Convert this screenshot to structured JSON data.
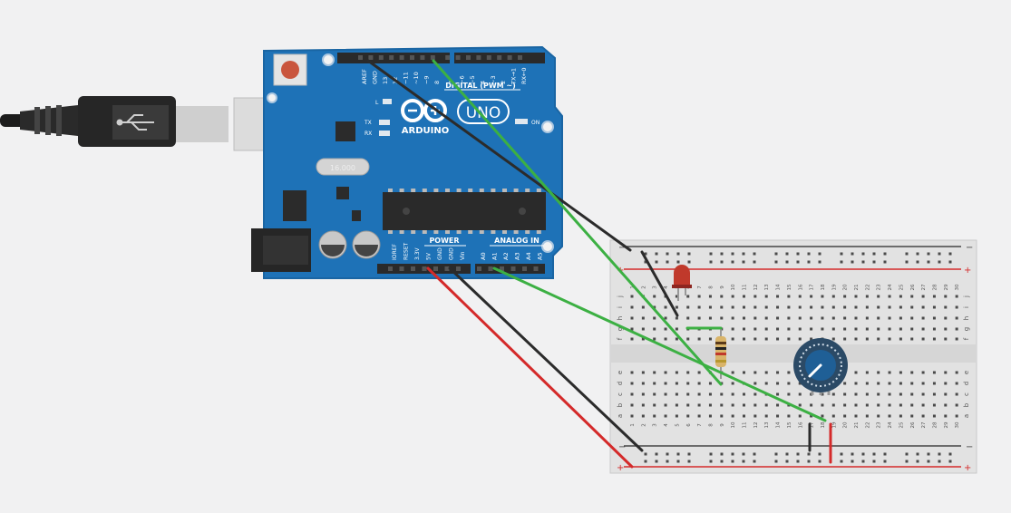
{
  "arduino": {
    "brand": "ARDUINO",
    "model": "UNO",
    "digital_header_label": "DIGITAL (PWM ~)",
    "power_label": "POWER",
    "analog_label": "ANALOG IN",
    "led_labels": {
      "l": "L",
      "tx": "TX",
      "rx": "RX",
      "on": "ON"
    },
    "digital_pins": [
      "AREF",
      "GND",
      "13",
      "12",
      "~11",
      "~10",
      "~9",
      "8",
      "7",
      "~6",
      "~5",
      "4",
      "~3",
      "2",
      "TX→1",
      "RX←0"
    ],
    "power_pins": [
      "IOREF",
      "RESET",
      "3.3V",
      "5V",
      "GND",
      "GND",
      "Vin"
    ],
    "analog_pins": [
      "A0",
      "A1",
      "A2",
      "A3",
      "A4",
      "A5"
    ],
    "crystal_label": "16.000"
  },
  "breadboard": {
    "row_letters_top": [
      "j",
      "i",
      "h",
      "g",
      "f"
    ],
    "row_letters_bottom": [
      "e",
      "d",
      "c",
      "b",
      "a"
    ],
    "column_numbers": [
      "1",
      "2",
      "3",
      "4",
      "5",
      "6",
      "7",
      "8",
      "9",
      "10",
      "11",
      "12",
      "13",
      "14",
      "15",
      "16",
      "17",
      "18",
      "19",
      "20",
      "21",
      "22",
      "23",
      "24",
      "25",
      "26",
      "27",
      "28",
      "29",
      "30"
    ],
    "rail_minus": "−",
    "rail_plus": "+"
  },
  "components": {
    "led_color": "#c0392b",
    "potentiometer_color": "#1f5f96",
    "resistor_body": "#d9b46a"
  },
  "wire_colors": {
    "green": "#3cb043",
    "black": "#2b2b2b",
    "red": "#d42a2a"
  }
}
